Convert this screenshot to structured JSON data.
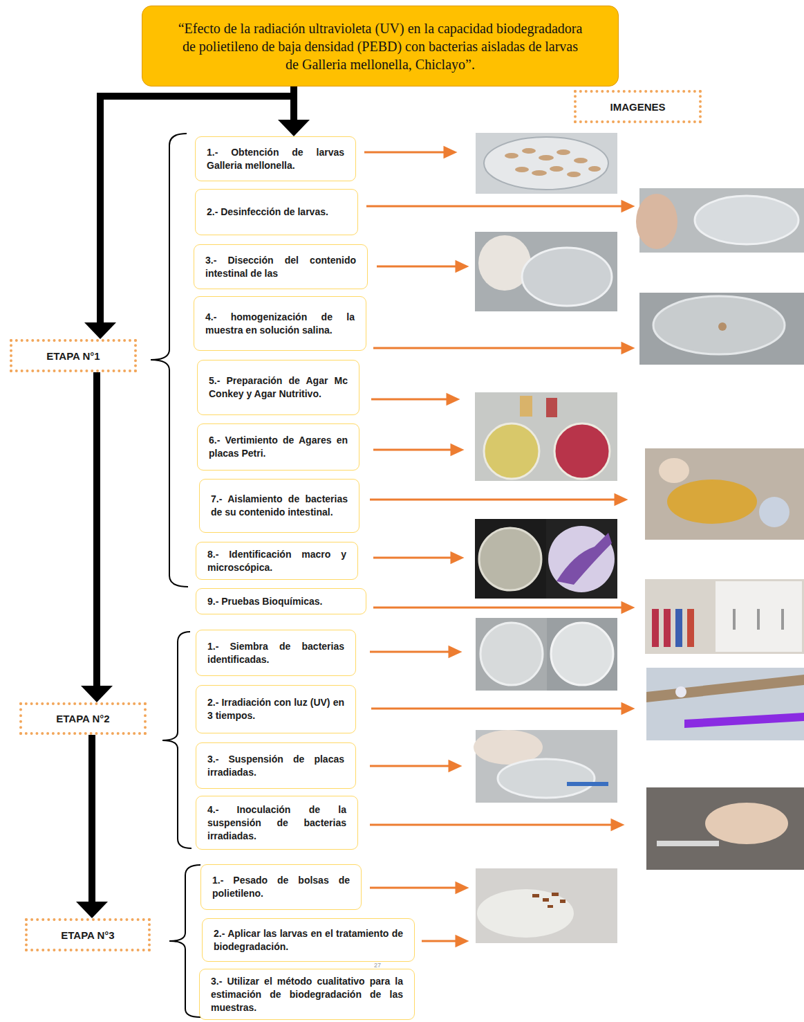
{
  "diagram": {
    "nodes": [
      {
        "text": [
          "“Efecto de la radiación ultravioleta (UV) en la capacidad biodegradadora de polietileno de baja densidad (PEBD) con bacterias aisladas de larvas de Galleria mellonella, Chiclayo”."
        ]
      },
      {
        "text": [
          "IMAGENES"
        ]
      },
      {
        "text": [
          "ETAPA N°1"
        ]
      },
      {
        "text": [
          "1.- Obtención de larvas Galleria mellonella."
        ]
      },
      {
        "text": [
          "2.- Desinfección de larvas."
        ]
      },
      {
        "text": [
          "3.- Disección del contenido intestinal de las"
        ]
      },
      {
        "text": [
          "4.- homogenización de la muestra en solución salina."
        ]
      },
      {
        "text": [
          "5.- Preparación de Agar Mc Conkey y Agar Nutritivo."
        ]
      },
      {
        "text": [
          "6.- Vertimiento de Agares en placas Petri."
        ]
      },
      {
        "text": [
          "7.- Aislamiento de bacterias de su contenido intestinal."
        ]
      },
      {
        "text": [
          "8.- Identificación macro y microscópica."
        ]
      },
      {
        "text": [
          "9.- Pruebas Bioquímicas."
        ]
      },
      {
        "text": [
          "ETAPA N°2"
        ]
      },
      {
        "text": [
          "1.- Siembra de bacterias identificadas."
        ]
      },
      {
        "text": [
          "2.- Irradiación con luz (UV) en 3 tiempos."
        ]
      },
      {
        "text": [
          "3.- Suspensión de placas irradiadas."
        ]
      },
      {
        "text": [
          "4.- Inoculación de la suspensión de bacterias irradiadas."
        ]
      },
      {
        "text": [
          "ETAPA N°3"
        ]
      },
      {
        "text": [
          "1.- Pesado de bolsas de polietileno."
        ]
      },
      {
        "text": [
          "2.- Aplicar las larvas en el tratamiento de biodegradación."
        ]
      },
      {
        "text": [
          "3.- Utilizar el método cualitativo para la estimación de biodegradación de las muestras."
        ]
      }
    ],
    "edges": [
      {
        "from": 0,
        "to": 3,
        "arrow": "to"
      },
      {
        "from": 0,
        "to": 2,
        "arrow": "to"
      },
      {
        "from": 2,
        "to": 12,
        "arrow": "to"
      },
      {
        "from": 12,
        "to": 17,
        "arrow": "to"
      }
    ],
    "labels": [
      "27"
    ]
  }
}
